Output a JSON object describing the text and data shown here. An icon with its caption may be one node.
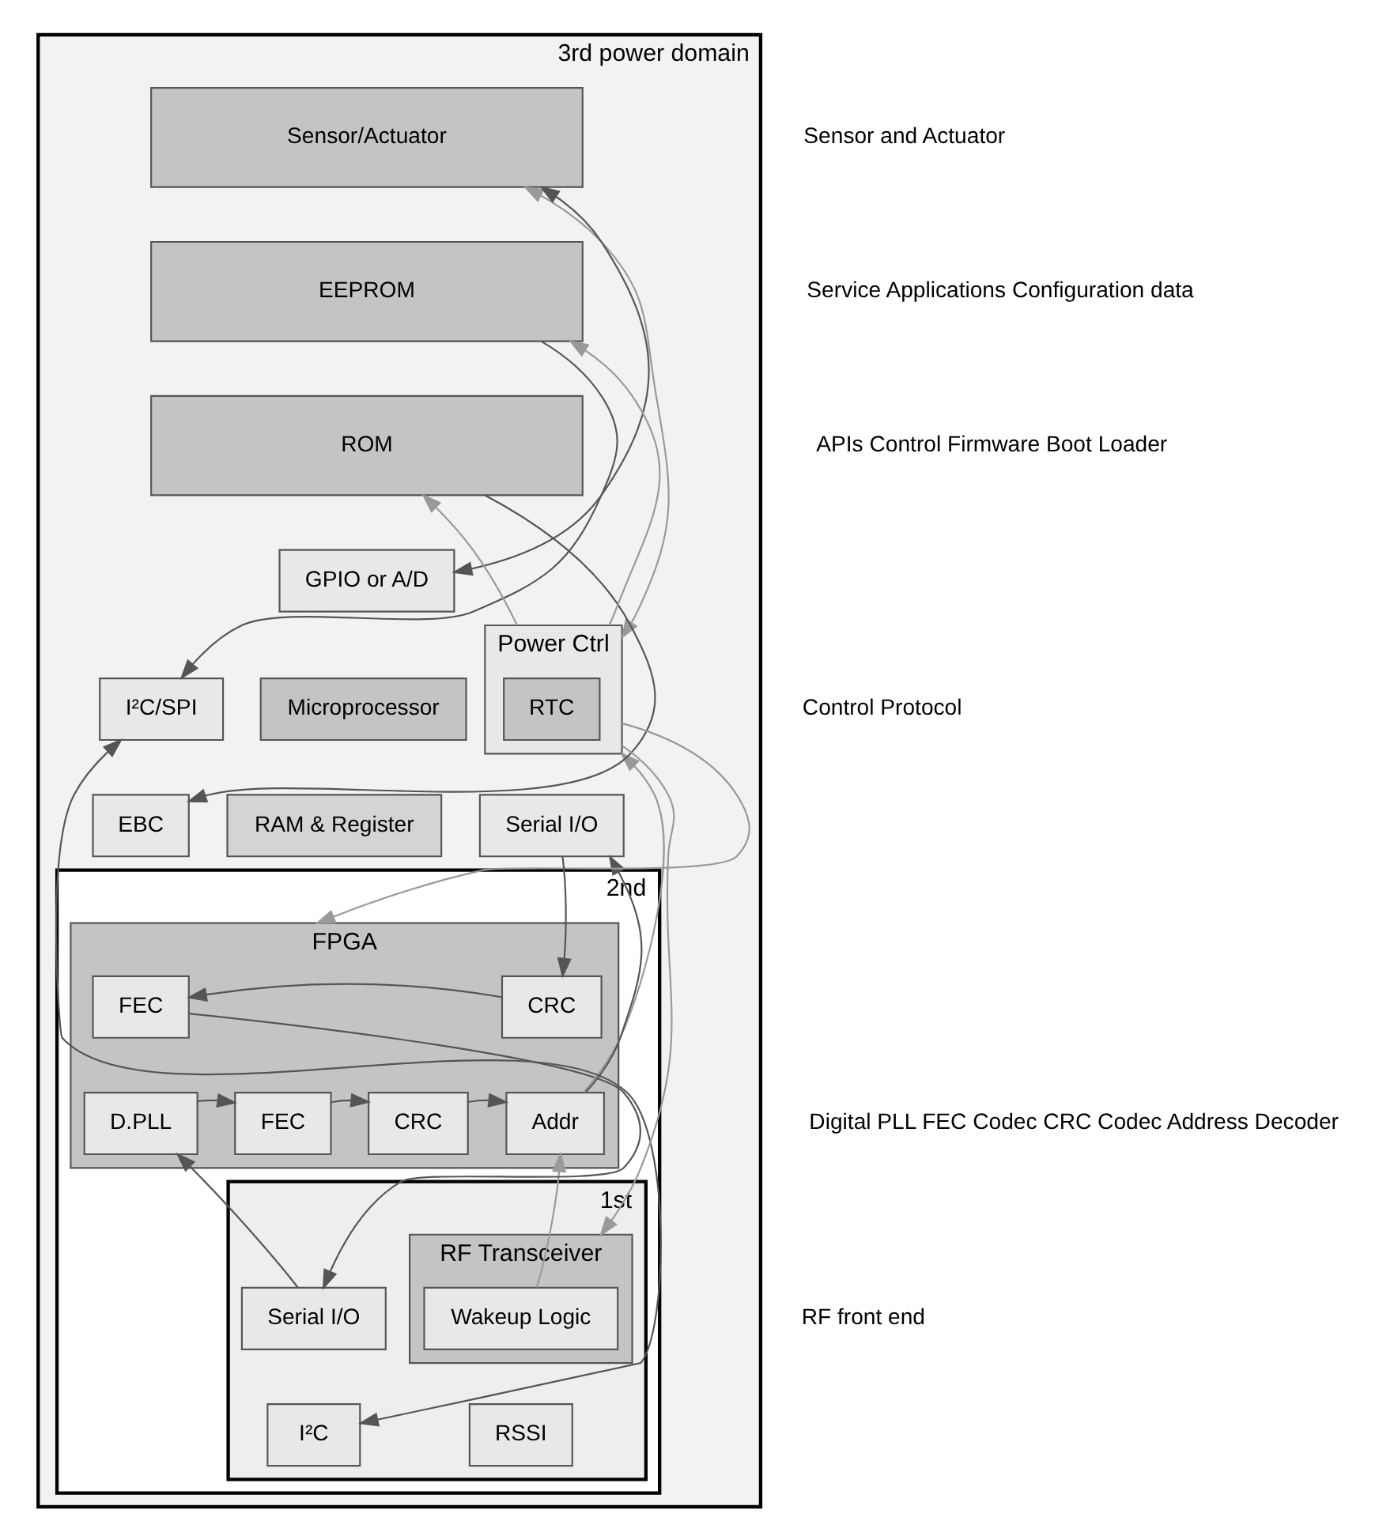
{
  "diagram": {
    "nodes": [
      {
        "text": [
          "3rd power domain"
        ]
      },
      {
        "text": [
          "2nd"
        ],
        "in": 0
      },
      {
        "text": [
          "1st"
        ],
        "in": 1
      },
      {
        "text": [
          "Sensor/Actuator"
        ],
        "in": 0
      },
      {
        "text": [
          "EEPROM"
        ],
        "in": 0
      },
      {
        "text": [
          "ROM"
        ],
        "in": 0
      },
      {
        "text": [
          "GPIO or A/D"
        ],
        "in": 0
      },
      {
        "text": [
          "I²C/SPI"
        ],
        "in": 0
      },
      {
        "text": [
          "Microprocessor"
        ],
        "in": 0
      },
      {
        "text": [
          "Power Ctrl"
        ],
        "in": 0
      },
      {
        "text": [
          "RTC"
        ],
        "in": 9
      },
      {
        "text": [
          "EBC"
        ],
        "in": 0
      },
      {
        "text": [
          "RAM & Register"
        ],
        "in": 0
      },
      {
        "text": [
          "Serial I/O"
        ],
        "in": 0
      },
      {
        "text": [
          "FPGA"
        ],
        "in": 1
      },
      {
        "text": [
          "FEC"
        ],
        "in": 14
      },
      {
        "text": [
          "CRC"
        ],
        "in": 14
      },
      {
        "text": [
          "D.PLL"
        ],
        "in": 14
      },
      {
        "text": [
          "FEC"
        ],
        "in": 14
      },
      {
        "text": [
          "CRC"
        ],
        "in": 14
      },
      {
        "text": [
          "Addr"
        ],
        "in": 14
      },
      {
        "text": [
          "Serial I/O"
        ],
        "in": 2
      },
      {
        "text": [
          "I²C"
        ],
        "in": 2
      },
      {
        "text": [
          "RSSI"
        ],
        "in": 2
      },
      {
        "text": [
          "RF Transceiver"
        ],
        "in": 2
      },
      {
        "text": [
          "Wakeup Logic"
        ],
        "in": 24
      }
    ],
    "edges": [
      {
        "from": 6,
        "to": 3,
        "arrow": "both"
      },
      {
        "from": 4,
        "to": 7,
        "arrow": "to"
      },
      {
        "from": 5,
        "to": 11,
        "arrow": "to"
      },
      {
        "from": 7,
        "to": 22,
        "arrow": "both"
      },
      {
        "from": 15,
        "to": 21,
        "arrow": "to"
      },
      {
        "from": 21,
        "to": 17,
        "arrow": "to"
      },
      {
        "from": 17,
        "to": 18,
        "arrow": "to"
      },
      {
        "from": 18,
        "to": 19,
        "arrow": "to"
      },
      {
        "from": 19,
        "to": 20,
        "arrow": "to"
      },
      {
        "from": 16,
        "to": 15,
        "arrow": "to"
      },
      {
        "from": 20,
        "to": 13,
        "arrow": "to"
      },
      {
        "from": 13,
        "to": 16,
        "arrow": "to"
      },
      {
        "from": 9,
        "to": 5,
        "arrow": "to",
        "color": "#999999"
      },
      {
        "from": 9,
        "to": 4,
        "arrow": "to",
        "color": "#999999"
      },
      {
        "from": 3,
        "to": 9,
        "arrow": "both",
        "color": "#999999"
      },
      {
        "from": 20,
        "to": 9,
        "arrow": "to",
        "color": "#999999"
      },
      {
        "from": 9,
        "to": 14,
        "arrow": "to",
        "color": "#999999"
      },
      {
        "from": 9,
        "to": 24,
        "arrow": "to",
        "color": "#999999"
      },
      {
        "from": 25,
        "to": 20,
        "arrow": "to",
        "color": "#999999"
      }
    ],
    "labels": [
      "Sensor and Actuator",
      "Service Applications Configuration data",
      "APIs Control Firmware Boot Loader",
      "Control Protocol",
      "Digital PLL FEC Codec CRC Codec Address Decoder",
      "RF front end"
    ]
  }
}
